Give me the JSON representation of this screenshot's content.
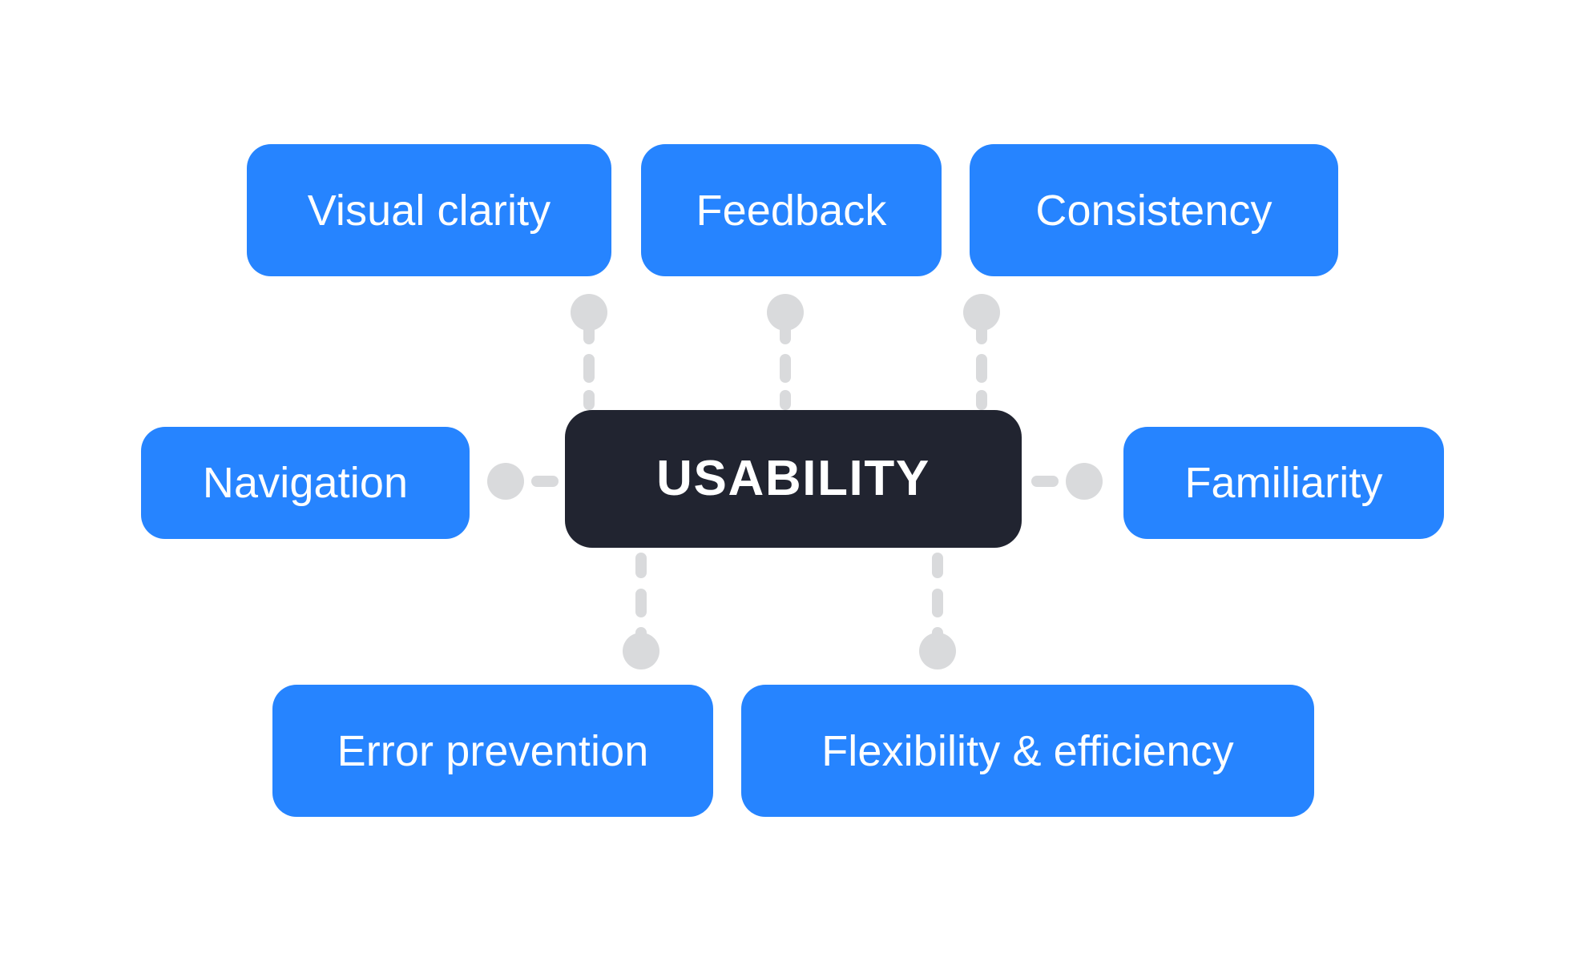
{
  "diagram": {
    "title_node": {
      "label": "USABILITY",
      "color": "#212430",
      "text_color": "#FFFFFF"
    },
    "accent_color": "#2684FF",
    "connector_color": "#D9DADC",
    "background_color": "#FFFFFF",
    "branches": [
      {
        "id": "visual-clarity",
        "label": "Visual clarity",
        "position": "top-left"
      },
      {
        "id": "feedback",
        "label": "Feedback",
        "position": "top-center"
      },
      {
        "id": "consistency",
        "label": "Consistency",
        "position": "top-right"
      },
      {
        "id": "navigation",
        "label": "Navigation",
        "position": "left"
      },
      {
        "id": "familiarity",
        "label": "Familiarity",
        "position": "right"
      },
      {
        "id": "error-prevention",
        "label": "Error prevention",
        "position": "bottom-left"
      },
      {
        "id": "flexibility-efficiency",
        "label": "Flexibility & efficiency",
        "position": "bottom-right"
      }
    ]
  }
}
